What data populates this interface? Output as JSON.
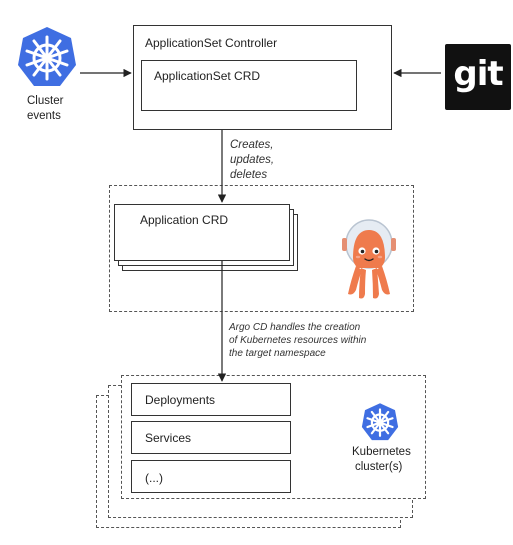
{
  "cluster_events": {
    "label_line1": "Cluster",
    "label_line2": "events",
    "icon": "kubernetes-icon",
    "color": "#3f6ee2"
  },
  "git": {
    "label": "git",
    "bg": "#111111"
  },
  "controller": {
    "title": "ApplicationSet Controller",
    "crd_label": "ApplicationSet CRD"
  },
  "arrow1": {
    "line1": "Creates,",
    "line2": "updates,",
    "line3": "deletes"
  },
  "application": {
    "crd_label": "Application CRD",
    "mascot": "argo-octopus-icon"
  },
  "arrow2": {
    "line1": "Argo CD handles the creation",
    "line2": "of Kubernetes resources within",
    "line3": "the target namespace"
  },
  "resources": {
    "items": [
      "Deployments",
      "Services",
      "(...)"
    ]
  },
  "k8s_cluster": {
    "label_line1": "Kubernetes",
    "label_line2": "cluster(s)",
    "icon": "kubernetes-icon",
    "color": "#3f6ee2"
  }
}
